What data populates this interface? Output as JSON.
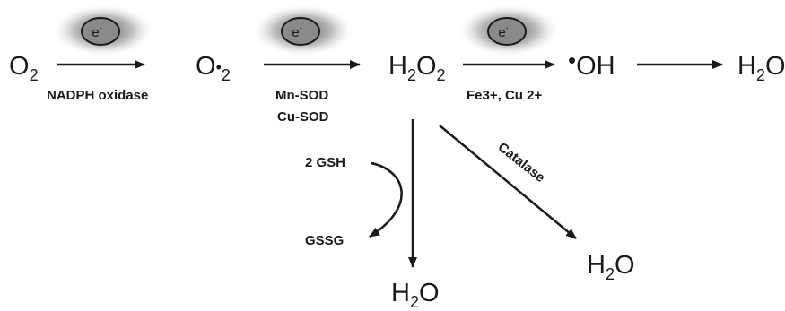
{
  "species": {
    "o2": {
      "base": "O",
      "sub": "2"
    },
    "superoxide": {
      "base": "O",
      "dot": "•",
      "sub": "2"
    },
    "h2o2": {
      "h": "H",
      "s1": "2",
      "o": "O",
      "s2": "2"
    },
    "hydroxyl": {
      "dot": "•",
      "text": "OH"
    },
    "water": {
      "h": "H",
      "s": "2",
      "o": "O"
    }
  },
  "electron": {
    "symbol": "e",
    "charge": "-"
  },
  "enzymes": {
    "nadph_oxidase": "NADPH oxidase",
    "mn_sod": "Mn-SOD",
    "cu_sod": "Cu-SOD",
    "metals": "Fe3+, Cu 2+",
    "catalase": "Catalase",
    "gsh": "2 GSH",
    "gssg": "GSSG"
  },
  "colors": {
    "ink": "#1a1a1a",
    "electron_fill": "#8a8a8a",
    "glow": "#555555"
  }
}
